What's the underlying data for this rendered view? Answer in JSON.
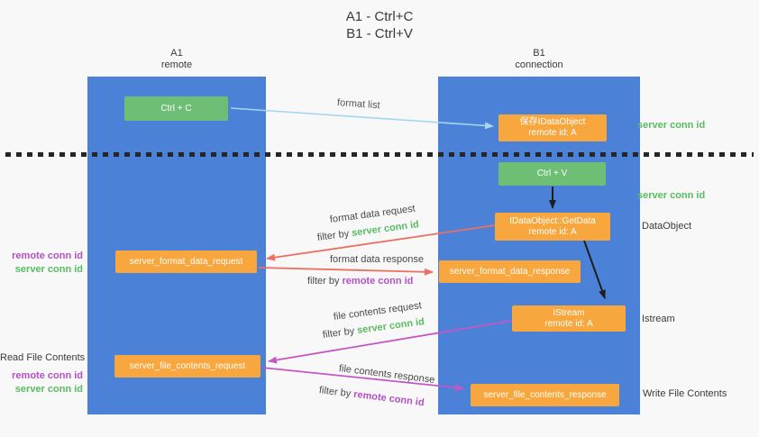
{
  "title": {
    "line1": "A1 - Ctrl+C",
    "line2": "B1 - Ctrl+V"
  },
  "lanes": {
    "a": {
      "id": "A1",
      "name": "remote"
    },
    "b": {
      "id": "B1",
      "name": "connection"
    }
  },
  "nodes": {
    "ctrl_c": {
      "label": "Ctrl + C"
    },
    "ctrl_v": {
      "label": "Ctrl + V"
    },
    "save_idataobject": {
      "line1": "保存IDataObject",
      "line2": "remote id: A"
    },
    "getdata": {
      "line1": "IDataObject::GetData",
      "line2": "remote id: A"
    },
    "istream": {
      "line1": "IStream",
      "line2": "remote id: A"
    },
    "format_request": {
      "label": "server_format_data_request"
    },
    "format_response": {
      "label": "server_format_data_response"
    },
    "file_request": {
      "label": "server_file_contents_request"
    },
    "file_response": {
      "label": "server_file_contents_response"
    }
  },
  "right_labels": {
    "server_conn_id_top": "server conn id",
    "server_conn_id_mid": "server conn id",
    "dataobject": "DataObject",
    "istream": "Istream",
    "write_file_contents": "Write File Contents"
  },
  "left_labels": {
    "remote_conn_id_top": "remote conn id",
    "server_conn_id_top": "server conn id",
    "read_file_contents": "Read File Contents",
    "remote_conn_id_bottom": "remote conn id",
    "server_conn_id_bottom": "server conn id"
  },
  "arrow_labels": {
    "format_list": "format list",
    "format_data_request": "format data request",
    "format_data_response": "format data response",
    "file_contents_request": "file contents request",
    "file_contents_response": "file contents response",
    "filter_by": "filter by",
    "server_conn_id": "server conn id",
    "remote_conn_id": "remote conn id"
  },
  "colors": {
    "lane_blue": "#4c81d8",
    "node_orange": "#f7a73e",
    "node_green": "#6fbe76",
    "green_text": "#59bb62",
    "purple_text": "#b350c4",
    "red_arrow": "#ee6f62",
    "magenta_arrow": "#c457c4",
    "light_blue_arrow": "#a6d5f3",
    "black_arrow": "#1e1e1e"
  }
}
